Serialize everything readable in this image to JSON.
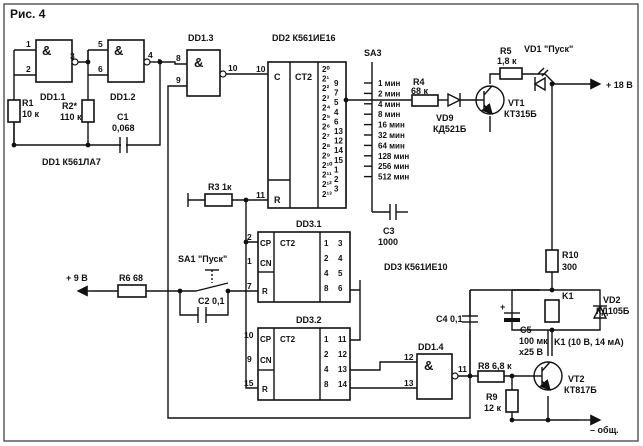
{
  "title": "Рис. 4",
  "power": {
    "plus18": "+ 18 В",
    "plus9": "+ 9 В",
    "ground": "– общ."
  },
  "gates": {
    "g1": {
      "name": "DD1.1",
      "symbol": "&",
      "pins": [
        "1",
        "2",
        "3"
      ]
    },
    "g2": {
      "name": "DD1.2",
      "symbol": "&",
      "pins": [
        "5",
        "6",
        "4"
      ]
    },
    "g3": {
      "name": "DD1.3",
      "symbol": "&",
      "pins": [
        "8",
        "9",
        "10"
      ]
    },
    "g4": {
      "name": "DD1.4",
      "symbol": "&",
      "pins": [
        "12",
        "13",
        "11"
      ]
    }
  },
  "dd1_label": "DD1  К561ЛА7",
  "dd2": {
    "name": "DD2  К561ИЕ16",
    "c": "C",
    "ct": "CT2",
    "r": "R",
    "in_pins": [
      "10",
      "11"
    ],
    "weights": [
      "2⁰",
      "2¹",
      "2²",
      "2³",
      "2⁴",
      "2⁵",
      "2⁶",
      "2⁷",
      "2⁸",
      "2⁹",
      "2¹⁰",
      "2¹¹",
      "2¹²",
      "2¹³"
    ],
    "out_pins": [
      "9",
      "7",
      "5",
      "4",
      "6",
      "13",
      "12",
      "14",
      "15",
      "1",
      "2",
      "3"
    ]
  },
  "sa3": {
    "name": "SA3",
    "positions": [
      "1 мин",
      "2 мин",
      "4 мин",
      "8 мин",
      "16 мин",
      "32 мин",
      "64 мин",
      "128 мин",
      "256 мин",
      "512 мин"
    ]
  },
  "dd3_label": "DD3  К561ИЕ10",
  "dd31": {
    "name": "DD3.1",
    "cp": "CP",
    "ct": "CT2",
    "cn": "CN",
    "r": "R",
    "in_pins": [
      "2",
      "1",
      "7"
    ],
    "weights": [
      "1",
      "2",
      "4",
      "8"
    ],
    "out_pins": [
      "3",
      "4",
      "5",
      "6"
    ]
  },
  "dd32": {
    "name": "DD3.2",
    "cp": "CP",
    "ct": "CT2",
    "cn": "CN",
    "r": "R",
    "in_pins": [
      "10",
      "9",
      "15"
    ],
    "weights": [
      "1",
      "2",
      "4",
      "8"
    ],
    "out_pins": [
      "11",
      "12",
      "13",
      "14"
    ]
  },
  "parts": {
    "r1": [
      "R1",
      "10 к"
    ],
    "r2": [
      "R2*",
      "110 к"
    ],
    "c1": [
      "C1",
      "0,068"
    ],
    "r3": "R3 1к",
    "r4": [
      "R4",
      "68 к"
    ],
    "r5": [
      "R5",
      "1,8 к"
    ],
    "vd1": "VD1 \"Пуск\"",
    "vd9": [
      "VD9",
      "КД521Б"
    ],
    "vt1": [
      "VT1",
      "КТ315Б"
    ],
    "c3": [
      "C3",
      "1000"
    ],
    "r6": "R6  68",
    "sa1": "SA1  \"Пуск\"",
    "c2": "C2  0,1",
    "c4": "C4  0,1",
    "r10": [
      "R10",
      "300"
    ],
    "k1": "K1",
    "vd2": [
      "VD2",
      "КД105Б"
    ],
    "c5": [
      "C5",
      "100 мк",
      "х25 В"
    ],
    "k1spec": "K1 (10 В, 14 мА)",
    "r8": "R8  6,8 к",
    "r9": [
      "R9",
      "12 к"
    ],
    "vt2": [
      "VT2",
      "КТ817Б"
    ],
    "plus": "+"
  }
}
